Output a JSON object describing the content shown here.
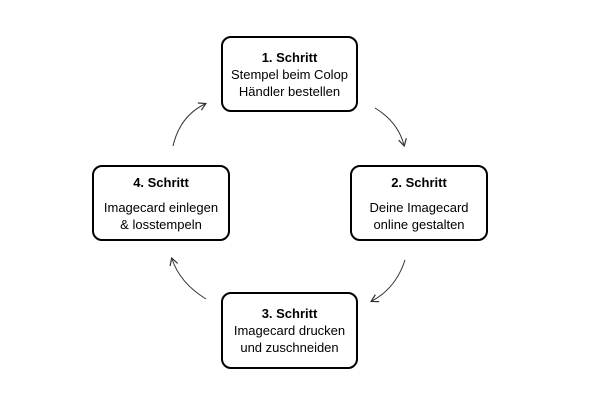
{
  "steps": [
    {
      "title": "1. Schritt",
      "line1": "Stempel beim Colop",
      "line2": "Händler bestellen"
    },
    {
      "title": "2. Schritt",
      "line1": "Deine Imagecard",
      "line2": "online gestalten"
    },
    {
      "title": "3. Schritt",
      "line1": "Imagecard drucken",
      "line2": "und zuschneiden"
    },
    {
      "title": "4. Schritt",
      "line1": "Imagecard einlegen",
      "line2": "& losstempeln"
    }
  ],
  "colors": {
    "border": "#000000",
    "arrow": "#333333",
    "background": "#ffffff"
  }
}
